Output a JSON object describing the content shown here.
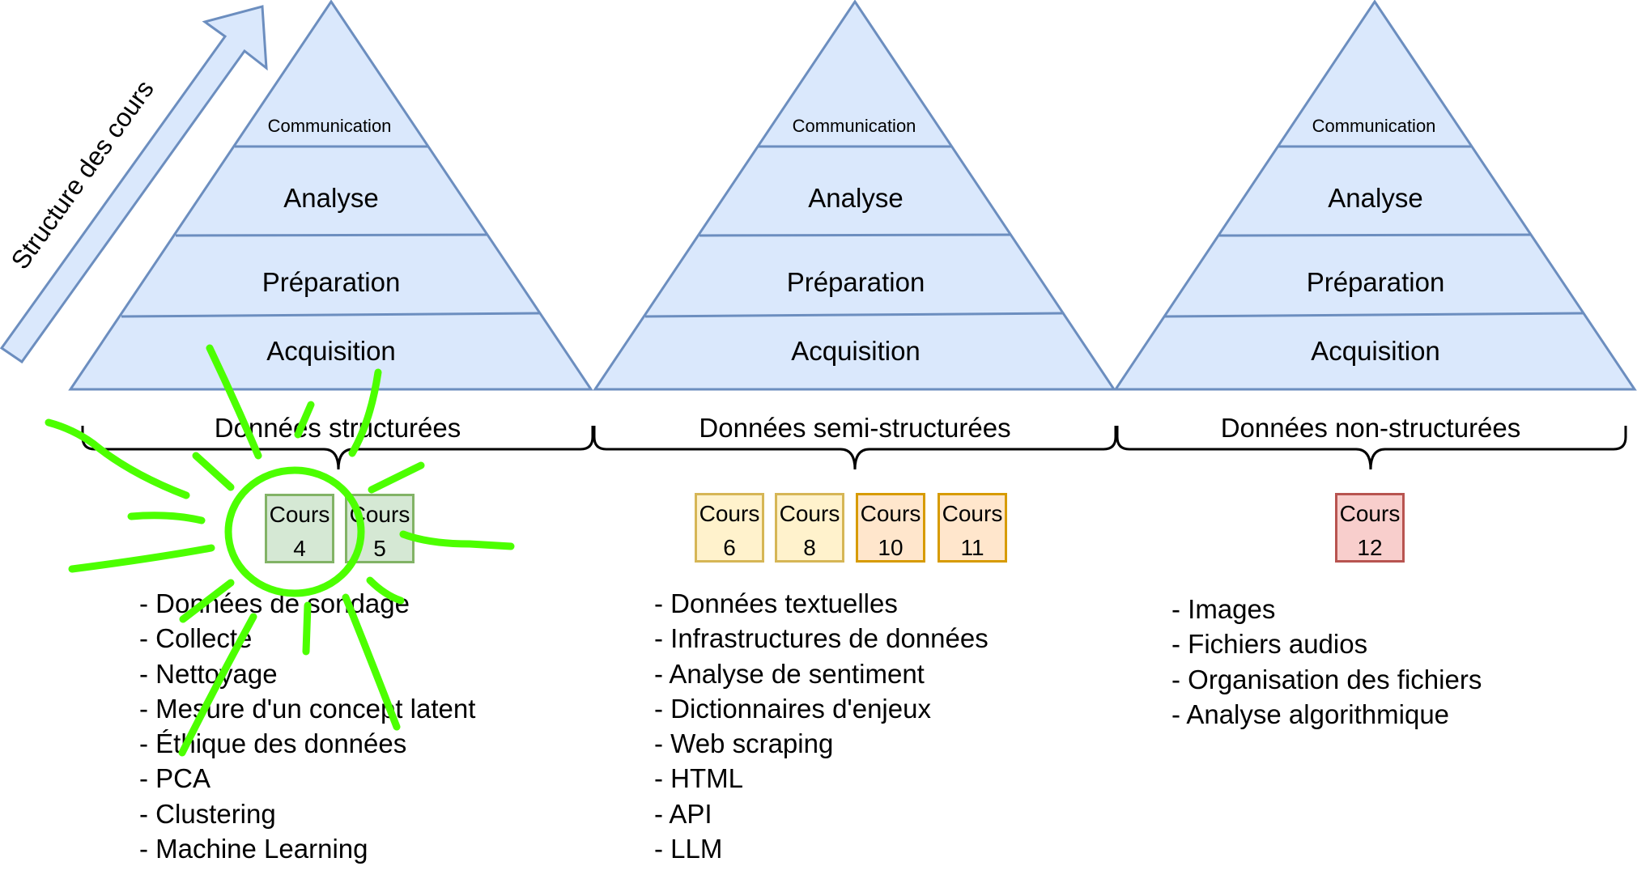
{
  "arrow": {
    "label": "Structure des cours",
    "icon": "up-right-arrow-icon"
  },
  "pyramid_levels": [
    "Communication",
    "Analyse",
    "Préparation",
    "Acquisition"
  ],
  "colors": {
    "pyramid_fill": "#dae8fc",
    "pyramid_stroke": "#6c8ebf",
    "green_fill": "#d5e8d4",
    "green_stroke": "#82b366",
    "yellow_fill": "#fff2cc",
    "yellow_stroke": "#d6b656",
    "orange_fill": "#ffe6cc",
    "orange_stroke": "#d79b00",
    "red_fill": "#f8cecc",
    "red_stroke": "#b85450",
    "annotation": "#4cff00"
  },
  "sections": [
    {
      "title": "Données structurées",
      "courses": [
        {
          "label": "Cours",
          "number": "4",
          "color": "green"
        },
        {
          "label": "Cours",
          "number": "5",
          "color": "green"
        }
      ],
      "topics": [
        "- Données de sondage",
        "- Collecte",
        "- Nettoyage",
        "- Mesure d'un concept latent",
        "- Éthique des données",
        "- PCA",
        "- Clustering",
        "- Machine Learning"
      ]
    },
    {
      "title": "Données semi-structurées",
      "courses": [
        {
          "label": "Cours",
          "number": "6",
          "color": "yellow"
        },
        {
          "label": "Cours",
          "number": "8",
          "color": "yellow"
        },
        {
          "label": "Cours",
          "number": "10",
          "color": "orange"
        },
        {
          "label": "Cours",
          "number": "11",
          "color": "orange"
        }
      ],
      "topics": [
        "- Données textuelles",
        "- Infrastructures de données",
        "- Analyse de sentiment",
        "- Dictionnaires d'enjeux",
        "- Web scraping",
        "- HTML",
        "- API",
        "- LLM"
      ]
    },
    {
      "title": "Données non-structurées",
      "courses": [
        {
          "label": "Cours",
          "number": "12",
          "color": "red"
        }
      ],
      "topics": [
        "- Images",
        "- Fichiers audios",
        "- Organisation des fichiers",
        "- Analyse algorithmique"
      ]
    }
  ],
  "annotation": {
    "type": "hand-drawn sun highlight",
    "target": "Cours 4"
  }
}
